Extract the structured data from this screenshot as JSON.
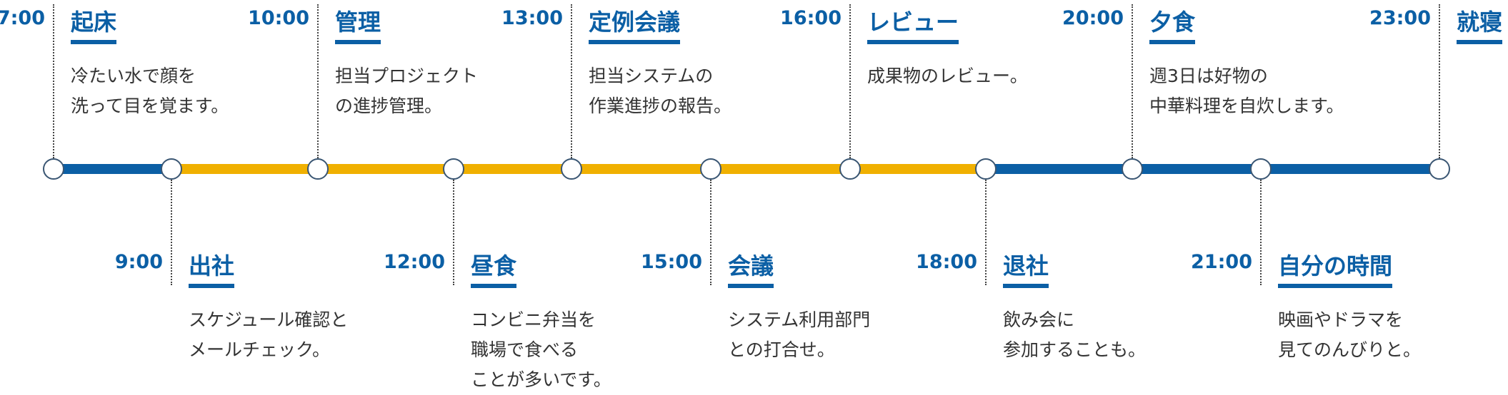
{
  "colors": {
    "primary": "#0b5fa5",
    "accent": "#f0b000",
    "text": "#333333",
    "node_border": "#3a5673"
  },
  "events": [
    {
      "time": "7:00",
      "title": "起床",
      "lines": [
        "冷たい水で顔を",
        "洗って目を覚ます。"
      ],
      "position": "top"
    },
    {
      "time": "9:00",
      "title": "出社",
      "lines": [
        "スケジュール確認と",
        "メールチェック。"
      ],
      "position": "bottom"
    },
    {
      "time": "10:00",
      "title": "管理",
      "lines": [
        "担当プロジェクト",
        "の進捗管理。"
      ],
      "position": "top"
    },
    {
      "time": "12:00",
      "title": "昼食",
      "lines": [
        "コンビニ弁当を",
        "職場で食べる",
        "ことが多いです。"
      ],
      "position": "bottom"
    },
    {
      "time": "13:00",
      "title": "定例会議",
      "lines": [
        "担当システムの",
        "作業進捗の報告。"
      ],
      "position": "top"
    },
    {
      "time": "15:00",
      "title": "会議",
      "lines": [
        "システム利用部門",
        "との打合せ。"
      ],
      "position": "bottom"
    },
    {
      "time": "16:00",
      "title": "レビュー",
      "lines": [
        "成果物のレビュー。"
      ],
      "position": "top"
    },
    {
      "time": "18:00",
      "title": "退社",
      "lines": [
        "飲み会に",
        "参加することも。"
      ],
      "position": "bottom"
    },
    {
      "time": "20:00",
      "title": "夕食",
      "lines": [
        "週3日は好物の",
        "中華料理を自炊します。"
      ],
      "position": "top"
    },
    {
      "time": "21:00",
      "title": "自分の時間",
      "lines": [
        "映画やドラマを",
        "見てのんびりと。"
      ],
      "position": "bottom"
    },
    {
      "time": "23:00",
      "title": "就寝",
      "lines": [],
      "position": "top"
    }
  ],
  "segments": [
    {
      "from": 0,
      "to": 1,
      "color": "primary"
    },
    {
      "from": 1,
      "to": 6,
      "color": "accent"
    },
    {
      "from": 6,
      "to": 7,
      "color": "accent"
    },
    {
      "from": 7,
      "to": 10,
      "color": "primary"
    }
  ]
}
